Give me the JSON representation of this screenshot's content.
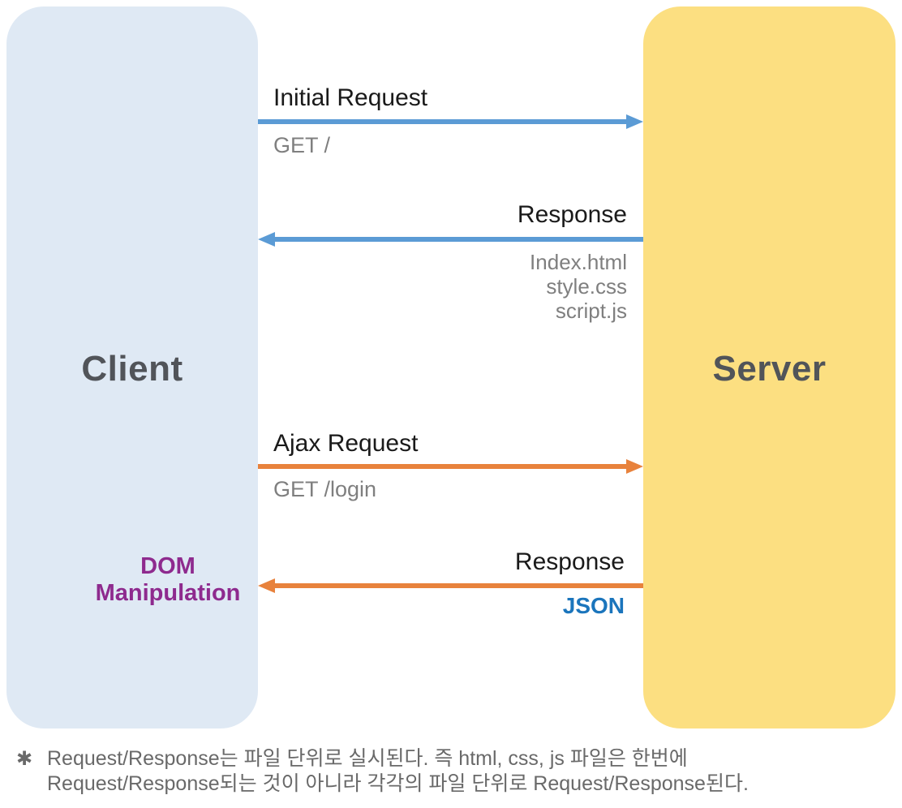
{
  "entities": {
    "client": "Client",
    "server": "Server"
  },
  "messages": [
    {
      "label": "Initial Request",
      "sub": "GET /",
      "direction": "right",
      "protocol": "http"
    },
    {
      "label": "Response",
      "sub_lines": [
        "Index.html",
        "style.css",
        "script.js"
      ],
      "direction": "left",
      "protocol": "http"
    },
    {
      "label": "Ajax Request",
      "sub": "GET /login",
      "direction": "right",
      "protocol": "ajax"
    },
    {
      "label": "Response",
      "sub": "JSON",
      "direction": "left",
      "protocol": "ajax"
    }
  ],
  "dom_manipulation": {
    "line1": "DOM",
    "line2": "Manipulation"
  },
  "footnote": {
    "marker": "✱",
    "line1": "Request/Response는 파일 단위로 실시된다. 즉 html, css, js 파일은 한번에",
    "line2": "Request/Response되는 것이 아니라 각각의 파일 단위로 Request/Response된다."
  },
  "colors": {
    "client_box": "#DFE9F4",
    "server_box": "#FCDF81",
    "http_arrow": "#5B9BD5",
    "ajax_arrow": "#E8823C",
    "label_text": "#1A1A1A",
    "sub_text": "#7F7F7F",
    "entity_text": "#515459",
    "dom_text": "#8E2A8E",
    "json_text": "#1B75BC",
    "note_text": "#696969"
  }
}
